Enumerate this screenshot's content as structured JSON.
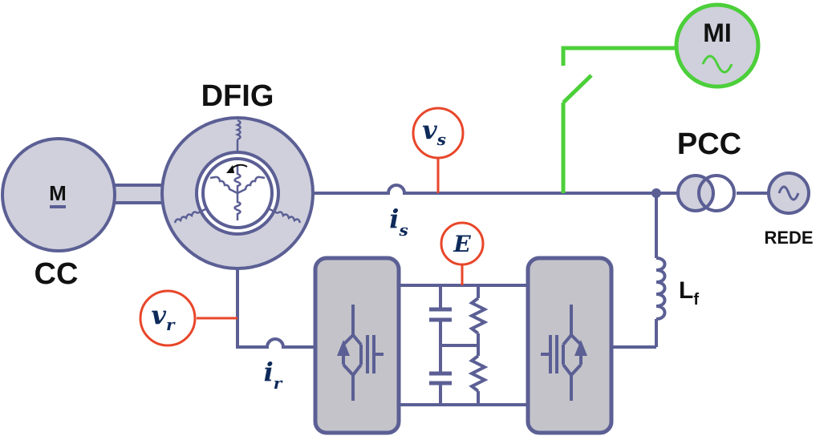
{
  "labels": {
    "motor_letter": "M",
    "cc": "CC",
    "dfig": "DFIG",
    "mi": "MI",
    "pcc": "PCC",
    "rede": "REDE",
    "lf_main": "L",
    "lf_sub": "f"
  },
  "symbols": {
    "vs_main": "v",
    "vs_sub": "s",
    "is_main": "i",
    "is_sub": "s",
    "vr_main": "v",
    "vr_sub": "r",
    "ir_main": "i",
    "ir_sub": "r",
    "e": "E"
  },
  "colors": {
    "wire": "#5b5f94",
    "machine_fill": "#cfd0dc",
    "converter_fill": "#c3c3c9",
    "measurement_circle": "#e8462a",
    "green_branch": "#4ccf3a",
    "math_text": "#0e2a5a"
  }
}
